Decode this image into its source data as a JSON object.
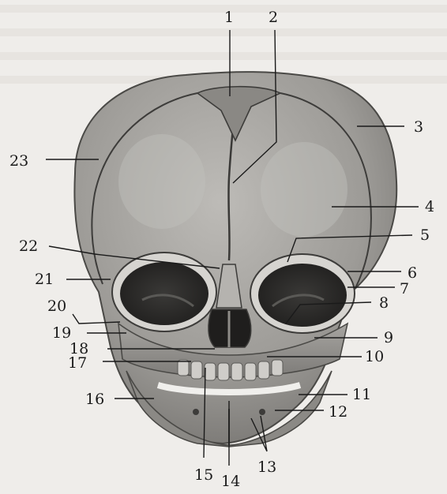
{
  "figure": {
    "labels": [
      "1",
      "2",
      "3",
      "4",
      "5",
      "6",
      "7",
      "8",
      "9",
      "10",
      "11",
      "12",
      "13",
      "14",
      "15",
      "16",
      "17",
      "18",
      "19",
      "20",
      "21",
      "22",
      "23"
    ]
  },
  "colors": {
    "background": "#efedea",
    "bone_light": "#a8a6a2",
    "bone_shadow": "#6e6c69",
    "orbit_dark": "#2b2a28",
    "line": "#1a1a1a"
  }
}
